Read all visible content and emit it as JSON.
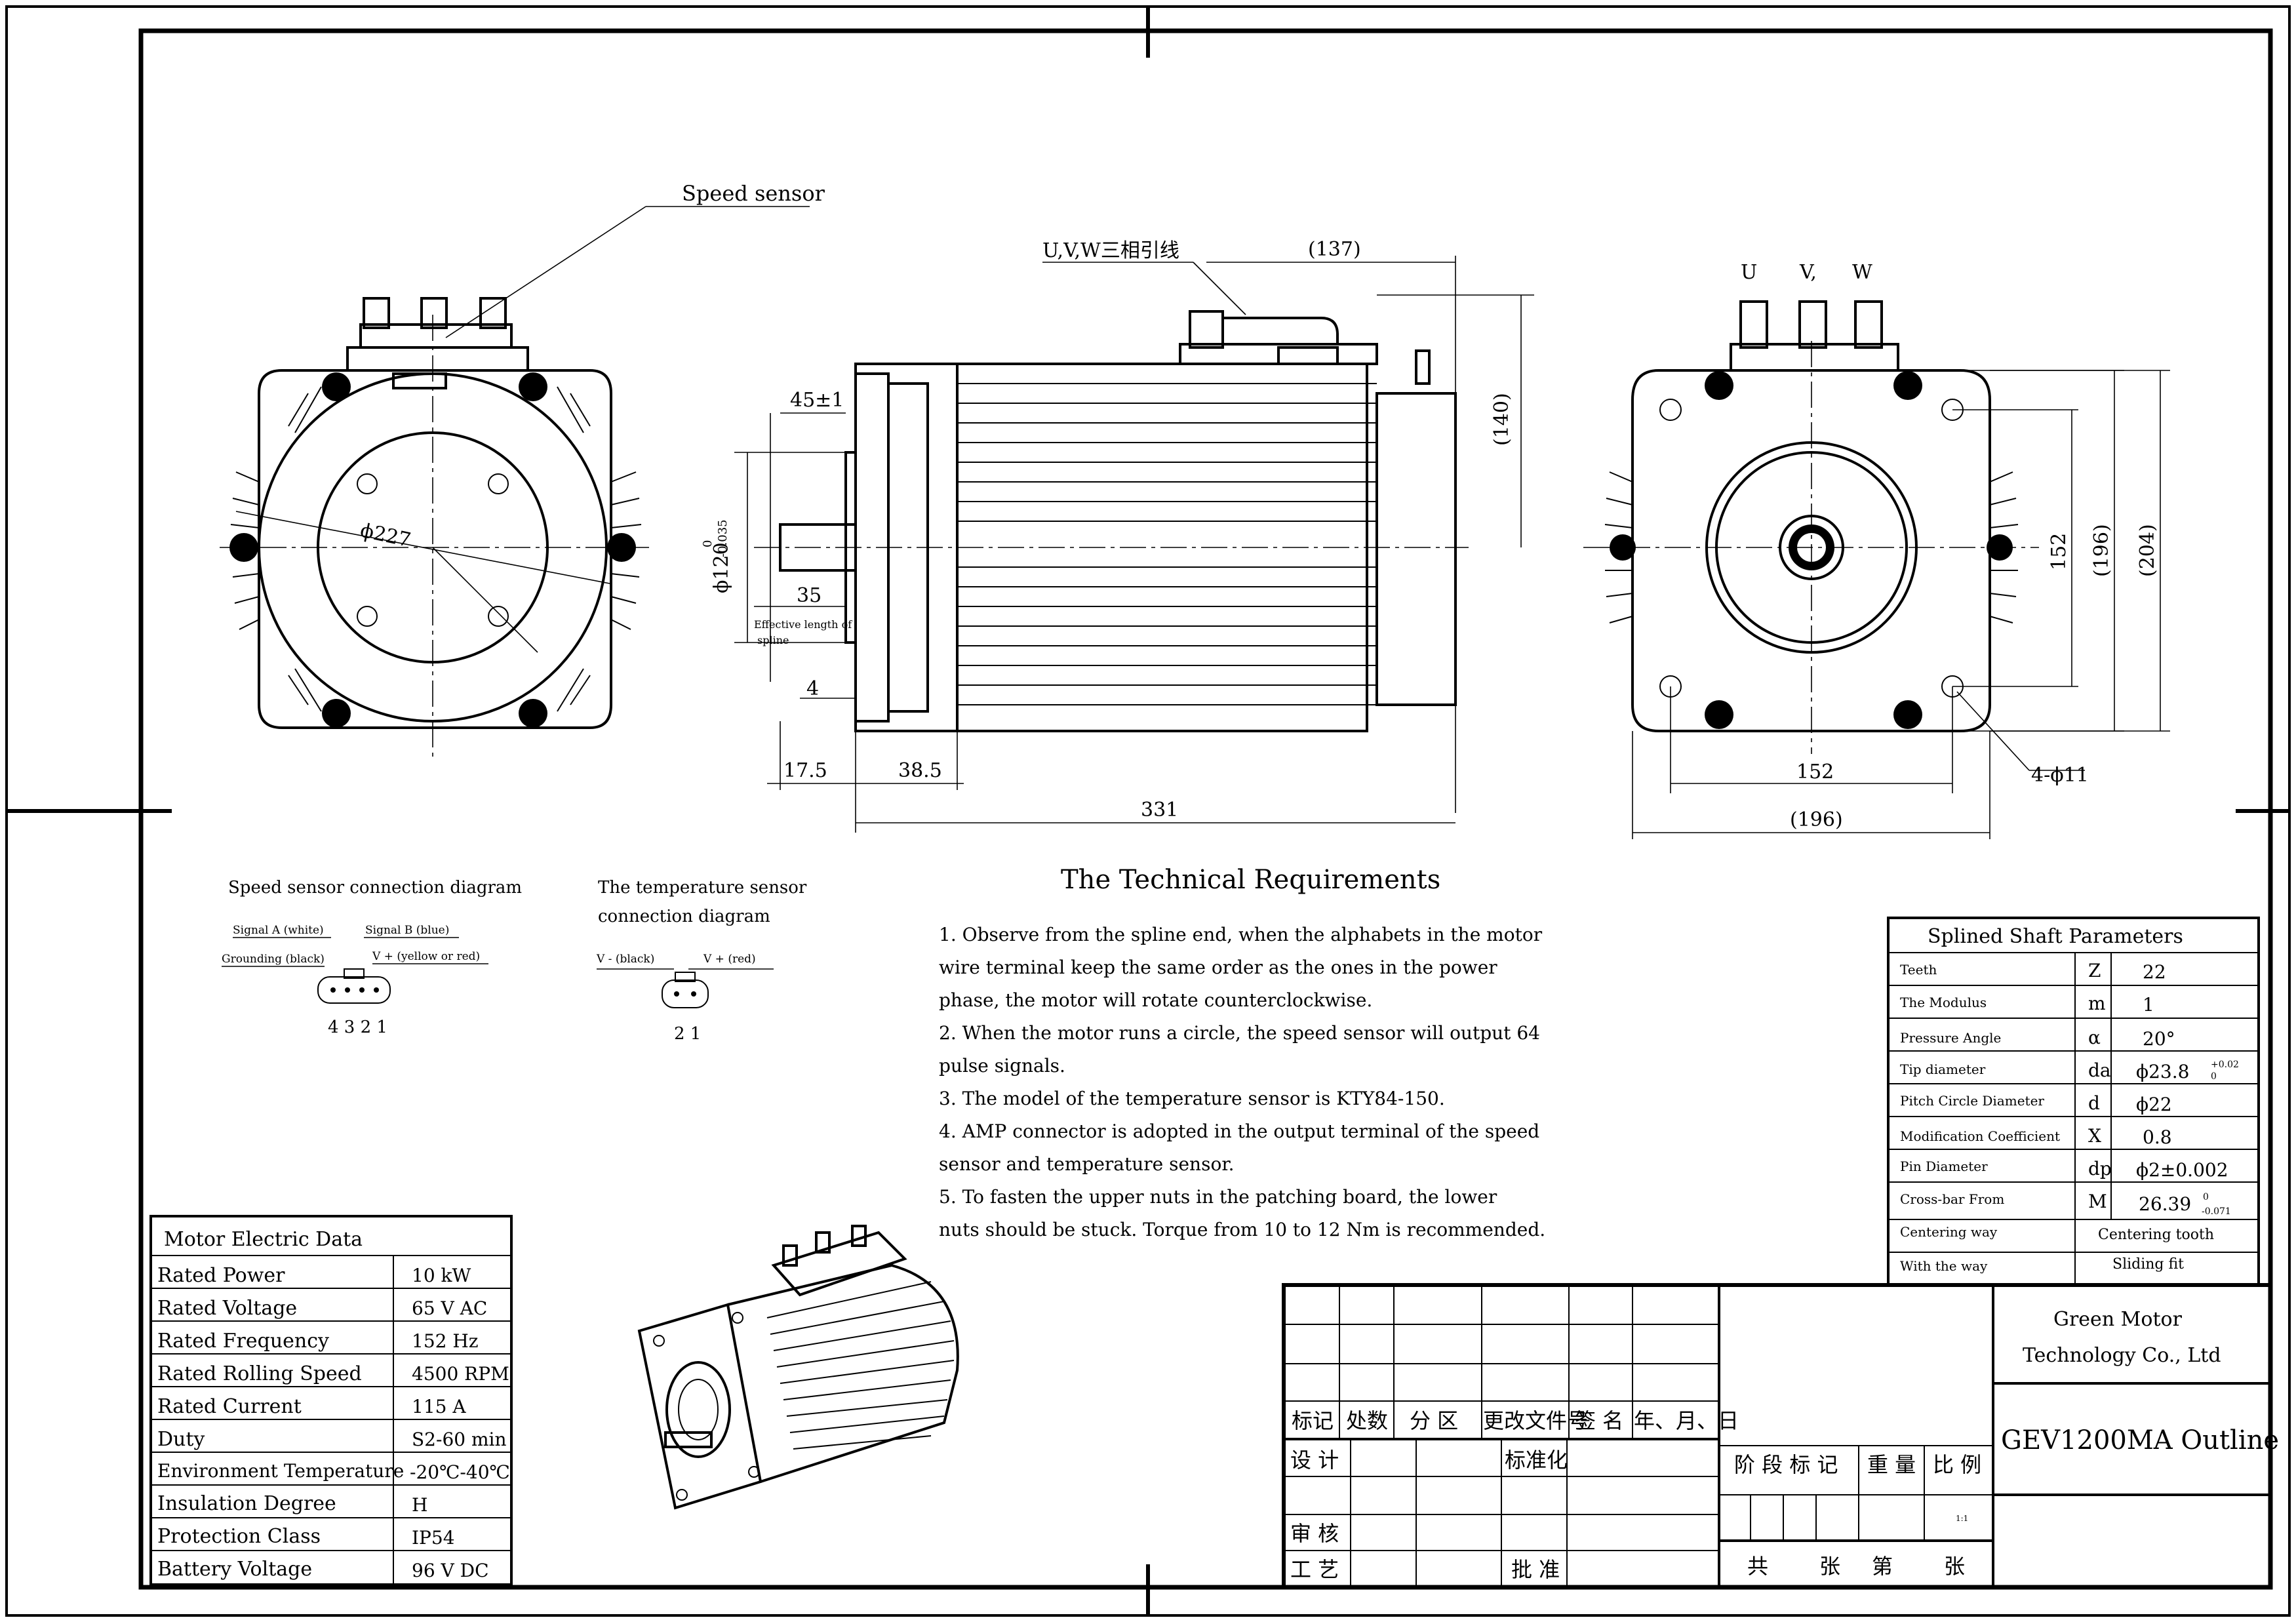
{
  "front_view": {
    "speed_sensor_label": "Speed sensor",
    "diameter_label": "ϕ227"
  },
  "side_view": {
    "uvw_label": "U,V,W三相引线",
    "dim_137": "(137)",
    "dim_140": "(140)",
    "dim_45": "45±1",
    "dim_phi120": "ϕ120",
    "dim_phi120_tol_upper": "0",
    "dim_phi120_tol_lower": "-0.035",
    "dim_35": "35",
    "effective_length_line1": "Effective length of",
    "effective_length_line2": "spline",
    "dim_4": "4",
    "dim_17_5": "17.5",
    "dim_38_5": "38.5",
    "dim_331": "331"
  },
  "end_view": {
    "u": "U",
    "v": "V,",
    "w": "W",
    "dim_152_v": "152",
    "dim_196_v": "(196)",
    "dim_204_v": "(204)",
    "dim_152_h": "152",
    "dim_196_h": "(196)",
    "holes": "4-ϕ11"
  },
  "speed_sensor_diagram": {
    "title": "Speed sensor connection diagram",
    "signal_a": "Signal A (white)",
    "signal_b": "Signal B (blue)",
    "grounding": "Grounding (black)",
    "vplus": "V + (yellow or red)",
    "pins": "4 3 2 1"
  },
  "temp_sensor_diagram": {
    "title_line1": "The temperature sensor",
    "title_line2": "connection diagram",
    "vminus": "V - (black)",
    "vplus": "V + (red)",
    "pins": "2 1"
  },
  "requirements": {
    "title": "The Technical Requirements",
    "lines": [
      "1. Observe from the spline end, when the alphabets in the motor",
      "wire terminal keep the same order as the ones in the power",
      "phase, the motor will rotate counterclockwise.",
      "2. When the motor runs a circle, the speed sensor will output 64",
      " pulse signals.",
      "3. The model of the temperature sensor is KTY84-150.",
      "4. AMP connector is adopted in the output terminal of the speed",
      "sensor and temperature sensor.",
      "5. To fasten the upper nuts in the patching board, the lower",
      "nuts should be stuck. Torque from 10 to 12 Nm is recommended."
    ]
  },
  "shaft_params": {
    "title": "Splined Shaft Parameters",
    "rows": [
      {
        "name": "Teeth",
        "symbol": "Z",
        "value": "22"
      },
      {
        "name": "The Modulus",
        "symbol": "m",
        "value": "1"
      },
      {
        "name": "Pressure Angle",
        "symbol": "α",
        "value": "20°"
      },
      {
        "name": "Tip diameter",
        "symbol": "da",
        "value": "ϕ23.8",
        "sup": "+0.02",
        "sub": "0"
      },
      {
        "name": "Pitch Circle Diameter",
        "symbol": "d",
        "value": "ϕ22"
      },
      {
        "name": "Modification Coefficient",
        "symbol": "X",
        "value": "0.8"
      },
      {
        "name": "Pin Diameter",
        "symbol": "dp",
        "value": "ϕ2±0.002"
      },
      {
        "name": "Cross-bar From",
        "symbol": "M",
        "value": "26.39",
        "sup": "0",
        "sub": "-0.071"
      },
      {
        "name": "Centering way",
        "symbol": "",
        "value": "Centering tooth"
      },
      {
        "name": "With the way",
        "symbol": "",
        "value": "Sliding fit"
      }
    ]
  },
  "electric_data": {
    "title": "Motor Electric Data",
    "rows": [
      {
        "name": "Rated Power",
        "value": "10 kW"
      },
      {
        "name": "Rated Voltage",
        "value": "65 V AC"
      },
      {
        "name": "Rated Frequency",
        "value": "152 Hz"
      },
      {
        "name": "Rated Rolling Speed",
        "value": "4500 RPM"
      },
      {
        "name": "Rated Current",
        "value": "115 A"
      },
      {
        "name": "Duty",
        "value": "S2-60 min"
      },
      {
        "name": "Environment Temperature",
        "value": "-20℃-40℃"
      },
      {
        "name": "Insulation Degree",
        "value": "H"
      },
      {
        "name": "Protection Class",
        "value": "IP54"
      },
      {
        "name": "Battery Voltage",
        "value": "96 V DC"
      }
    ]
  },
  "title_block": {
    "company_line1": "Green Motor",
    "company_line2": "Technology Co., Ltd",
    "drawing_title": "GEV1200MA Outline",
    "rev_headers": [
      "标记",
      "处数",
      "分 区",
      "更改文件号",
      "签 名",
      "年、月、日"
    ],
    "design": "设 计",
    "standardize": "标准化",
    "check": "审 核",
    "process": "工 艺",
    "approve": "批 准",
    "stage_mark": "阶 段 标 记",
    "weight": "重 量",
    "scale": "比 例",
    "scale_value": "1:1",
    "sheet_text": [
      "共",
      "张",
      "第",
      "张"
    ]
  }
}
